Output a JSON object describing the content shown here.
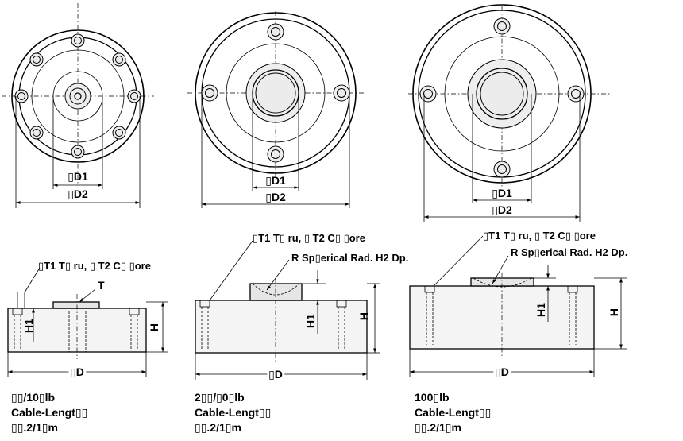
{
  "models": [
    {
      "top_labels": {
        "d1": "▯D1",
        "d2": "▯D2"
      },
      "side_labels": {
        "thread": "▯T1  T▯ ru, ▯ T2 C▯ ▯ore",
        "t": "T",
        "h1": "H1",
        "h": "H",
        "d": "▯D"
      },
      "caption": {
        "capacity": "▯▯/10▯lb",
        "cable_title": "Cable-Lengt▯▯",
        "cable_value": "▯▯.2/1▯m"
      }
    },
    {
      "top_labels": {
        "d1": "▯D1",
        "d2": "▯D2"
      },
      "side_labels": {
        "thread": "▯T1  T▯ ru, ▯ T2 C▯ ▯ore",
        "sphere": "R Sp▯erical Rad. H2 Dp.",
        "h1": "H1",
        "h": "H",
        "d": "▯D"
      },
      "caption": {
        "capacity": "2▯▯/▯0▯lb",
        "cable_title": "Cable-Lengt▯▯",
        "cable_value": "▯▯.2/1▯m"
      }
    },
    {
      "top_labels": {
        "d1": "▯D1",
        "d2": "▯D2"
      },
      "side_labels": {
        "thread": "▯T1  T▯ ru, ▯ T2 C▯ ▯ore",
        "sphere": "R Sp▯erical Rad. H2 Dp.",
        "h1": "H1",
        "h": "H",
        "d": "▯D"
      },
      "caption": {
        "capacity": "100▯lb",
        "cable_title": "Cable-Lengt▯▯",
        "cable_value": "▯▯.2/1▯m"
      }
    }
  ]
}
